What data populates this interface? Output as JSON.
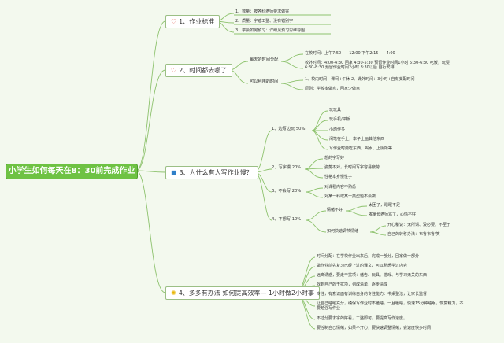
{
  "root": "小学生如何每天在8：30前完成作业",
  "branches": [
    {
      "icon": "heart-icon",
      "label": "1、作业标准",
      "items": [
        "1、数量：按各科老师要求做完",
        "2、质量：字迹工整、没有错别字",
        "3、学会如何预习：详细见预习思维导图"
      ]
    },
    {
      "icon": "heart-icon",
      "label": "2、时间都去哪了",
      "groups": [
        {
          "label": "每天的时间分配",
          "items": [
            "在校时间：上午7:50——12:00 下午2:15——4:00",
            "校外时间：4:00-4:30 回家 4:30-5:30 预留作业时间1小时 5:30-6:30 吃饭，玩耍 6:30-8:30 预留作业时间2小时 8:30以后 自行安排"
          ]
        },
        {
          "label": "可以利用的时间",
          "items": [
            "1、校内时间：课间+午休 2、课外时间：3小时+自有支配时间",
            "原则：学校多做点，回家少做点"
          ]
        }
      ]
    },
    {
      "icon": "flag-icon",
      "label": "3、为什么有人写作业慢？",
      "groups": [
        {
          "label": "1、边写边玩 50%",
          "items": [
            "玩玩具",
            "玩手机/平板",
            "小动作多",
            "闲笔在手上，本子上画其他东西",
            "写作业时要吃东西、喝水、上厕所等"
          ]
        },
        {
          "label": "2、写字慢 20%",
          "items": [
            "想的字写好",
            "姿势不对，长时间写字容易疲劳",
            "性格本身慢性子"
          ]
        },
        {
          "label": "3、不会写 20%",
          "items": [
            "对课程内容不熟悉",
            "对某一科或某一类型题不会做"
          ]
        },
        {
          "label": "4、不想写 10%",
          "subgroups": [
            {
              "label": "情绪不好",
              "items": [
                "太困了，睡眠不足",
                "挨家长老师骂了，心情不好"
              ]
            },
            {
              "label": "如何快速调节情绪",
              "items": [
                "开心秘诀：无所谓、没必要、不至于",
                "自己的转移办法：布鲁布鲁/笑"
              ]
            }
          ]
        }
      ]
    },
    {
      "icon": "bulb-icon",
      "label": "4、多多有办法 如何提高效率— 1小时做2小时事",
      "items": [
        "时间分配：在学校作业出来后，完成一部分，回家做一部分",
        "做作业前先复习已经上过的课文，可以熟悉学过内容",
        "远离诱惑，要走干扰项：绪告、玩具、游戏、与学习无关的东西",
        "找到自己的干扰项，列成清单，逐步清理",
        "专注，有意识面有训练自身的专注能力：书桌整洁，让家长监督",
        "让自己睡眠充分，确保写作业时不瞌睡，一旦瞌睡，快速15分钟睡眠，恢复精力，不要勉强写作业",
        "不过分要求字的好看，工整即可，要提高写作速度。",
        "要控制自己情绪，如果不开心，要快速调整情绪，会速度快多时间"
      ]
    }
  ]
}
